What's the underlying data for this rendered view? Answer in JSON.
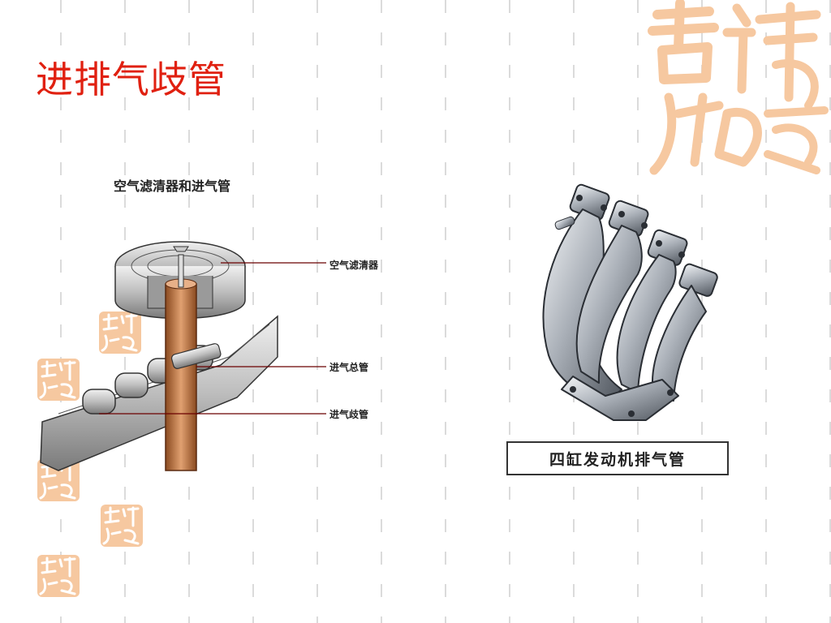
{
  "slide": {
    "title": "进排气歧管"
  },
  "left_figure": {
    "heading": "空气滤清器和进气管",
    "callouts": [
      "空气滤清器",
      "进气总管",
      "进气歧管"
    ]
  },
  "right_figure": {
    "caption": "四缸发动机排气管"
  },
  "decoration": {
    "seal_text": "吉祥如意",
    "seal_color": "#f6c8a0",
    "title_color": "#e02010"
  }
}
